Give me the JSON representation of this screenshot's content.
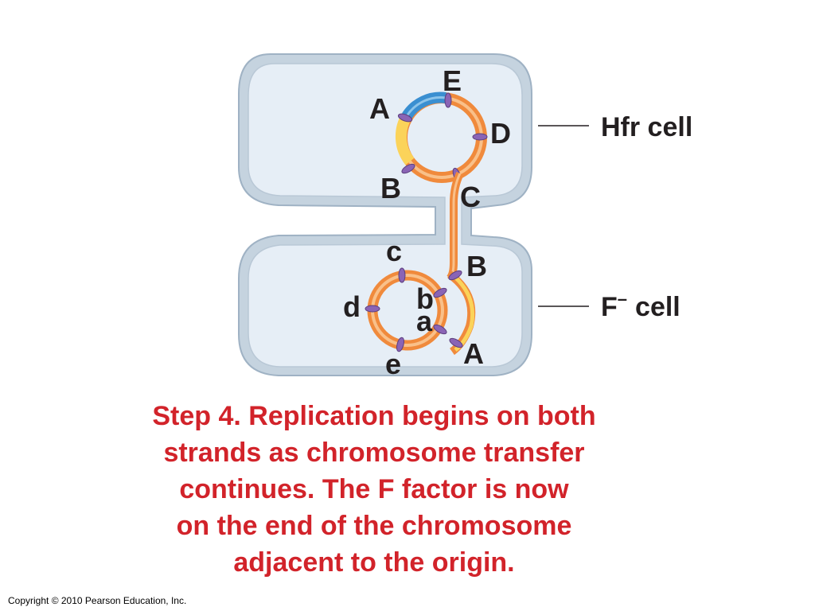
{
  "diagram": {
    "hfr_cell_label": "Hfr cell",
    "f_minus_cell_label": "F",
    "f_minus_superscript": "–",
    "f_minus_cell_suffix": "cell",
    "hfr_genes": [
      "A",
      "E",
      "D",
      "C",
      "B"
    ],
    "transferred_genes": [
      "B",
      "A"
    ],
    "recipient_genes": [
      "c",
      "b",
      "a",
      "d",
      "e"
    ]
  },
  "caption": {
    "lines": [
      "Step 4. Replication begins on both",
      "strands as chromosome transfer",
      "continues. The F factor is now",
      "on the end of the chromosome",
      "adjacent to the origin."
    ]
  },
  "copyright": "Copyright © 2010 Pearson Education, Inc.",
  "colors": {
    "cell_fill": "#e6eef6",
    "cell_outline": "#9fb2c4",
    "dna_orange": "#f08a3c",
    "dna_light": "#f9c089",
    "f_factor_yellow": "#fbd35a",
    "f_factor_blue": "#3a8fd1",
    "marker_purple": "#8a64b5",
    "caption_red": "#d2232a"
  }
}
